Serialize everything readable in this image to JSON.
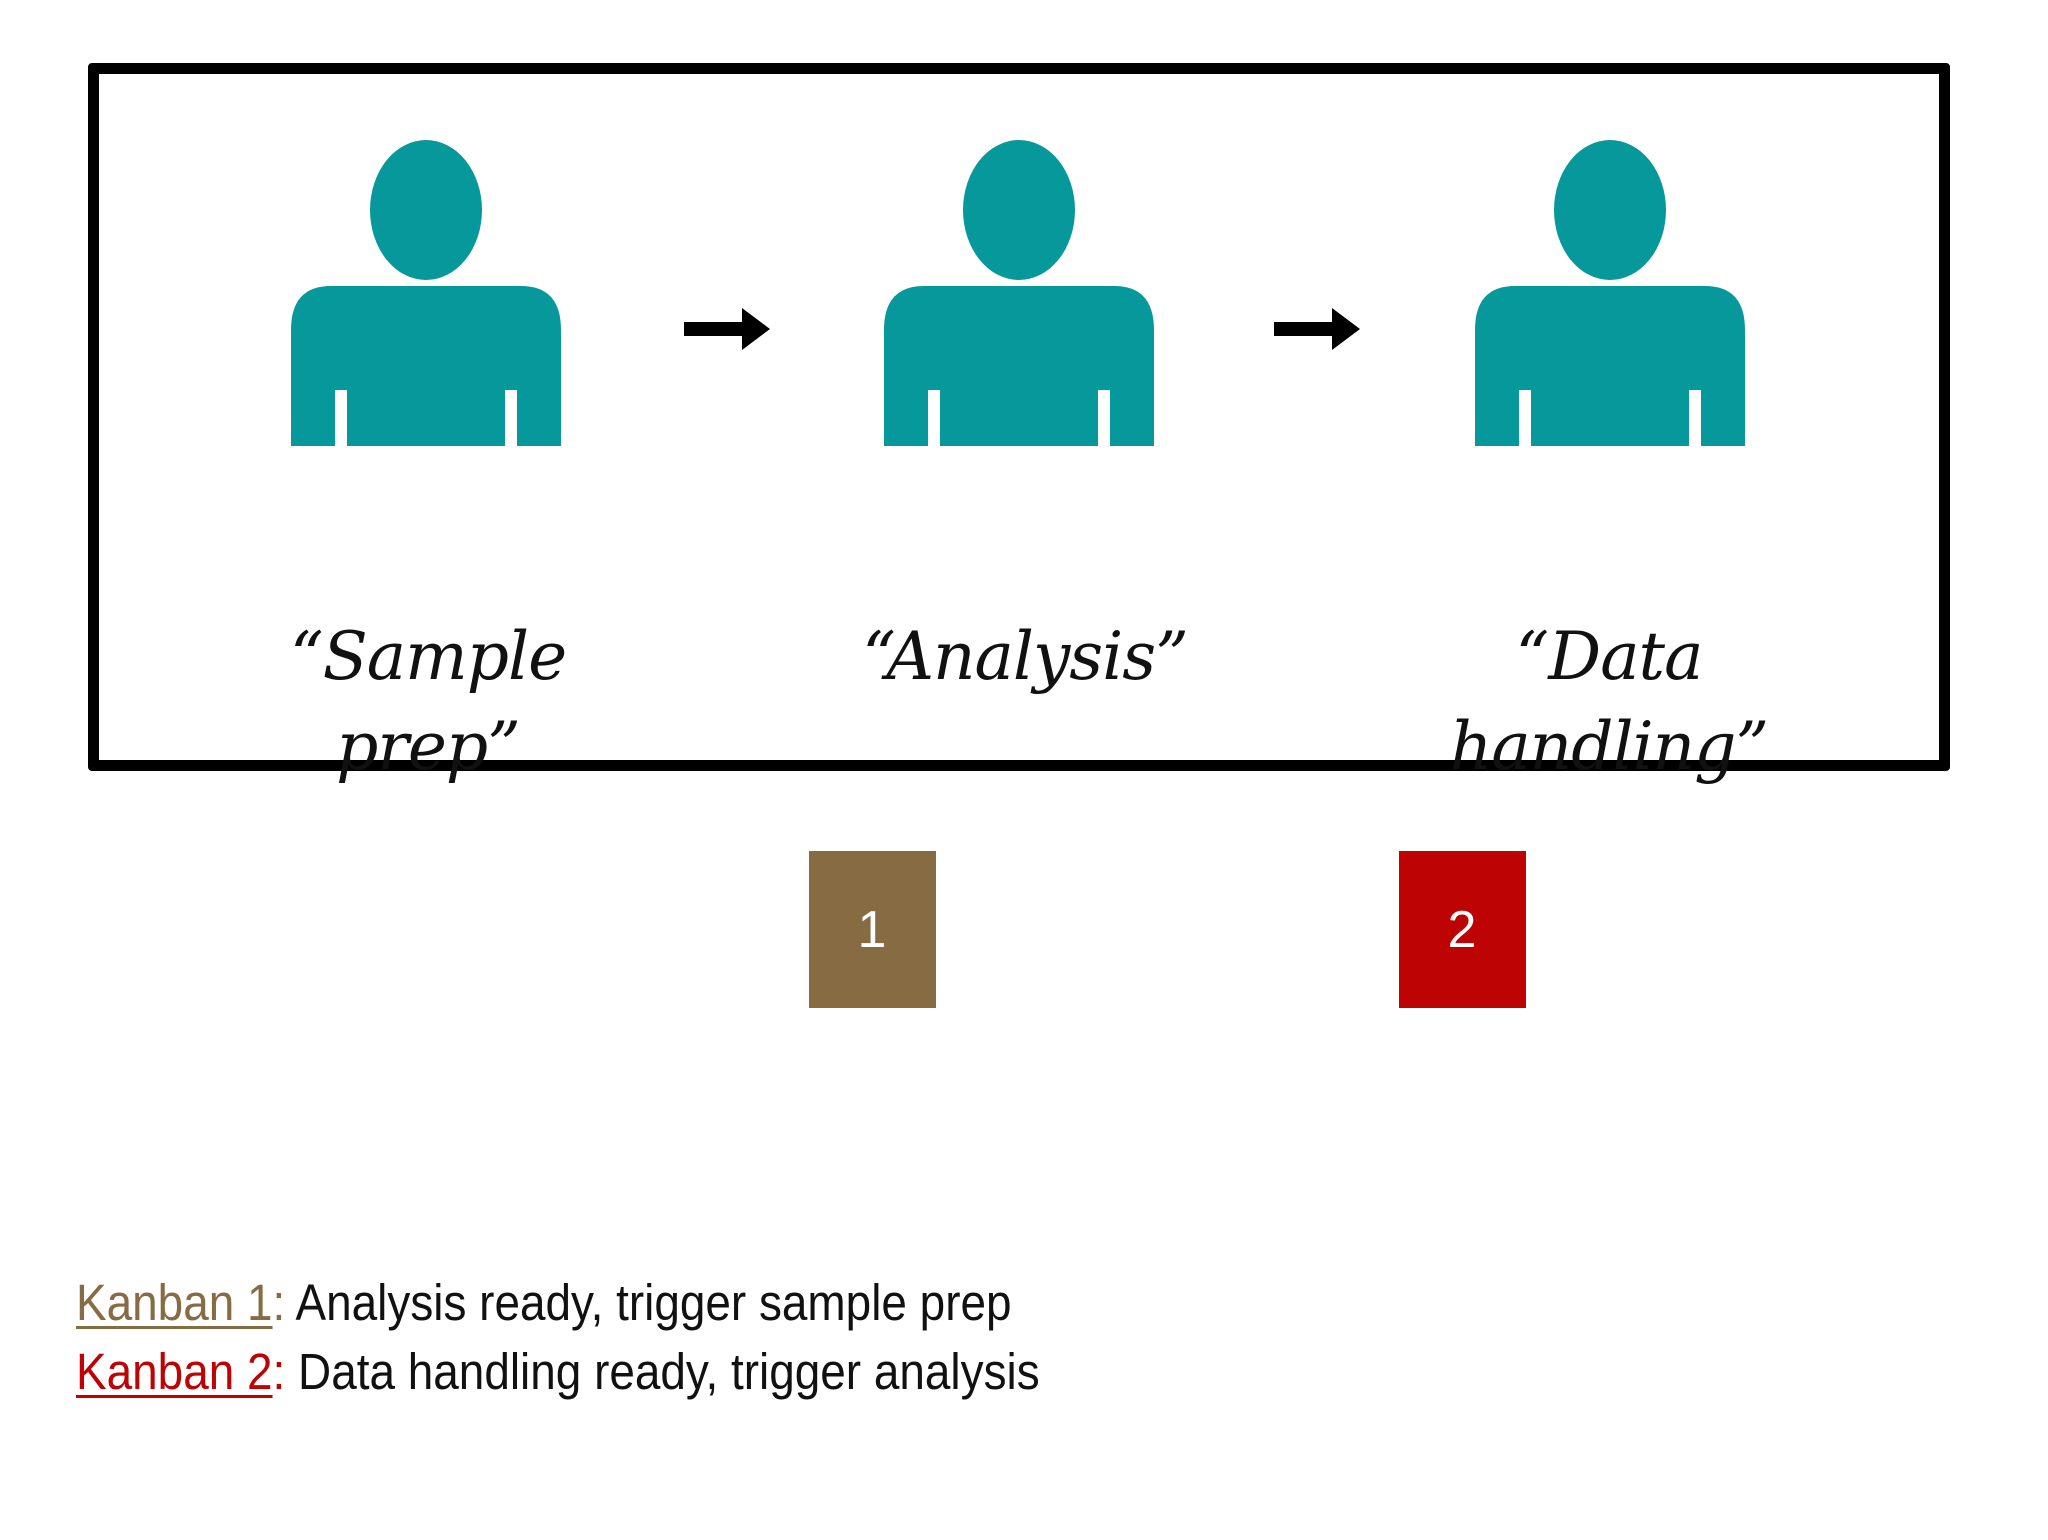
{
  "colors": {
    "person": "#06989a",
    "arrow": "#000000",
    "frame": "#000000",
    "kanban_1": "#876b43",
    "kanban_2": "#bd0303",
    "text": "#111111"
  },
  "workflow": {
    "steps": [
      {
        "label": "“Sample prep”",
        "icon": "person-icon"
      },
      {
        "label": "“Analysis”",
        "icon": "person-icon"
      },
      {
        "label": "“Data handling”",
        "icon": "person-icon"
      }
    ],
    "connector_icon": "right-arrow-icon"
  },
  "kanban_cards": [
    {
      "number": "1",
      "color": "#876b43"
    },
    {
      "number": "2",
      "color": "#bd0303"
    }
  ],
  "legend": [
    {
      "key": "Kanban 1",
      "separator": ":",
      "description": " Analysis ready, trigger sample prep",
      "color": "#876b43"
    },
    {
      "key": "Kanban 2",
      "separator": ":",
      "description": " Data handling ready, trigger analysis",
      "color": "#bd0303"
    }
  ]
}
